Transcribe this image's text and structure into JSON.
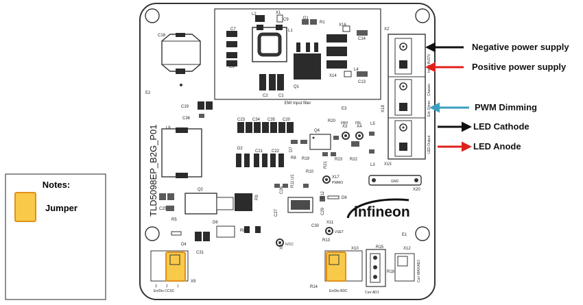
{
  "notes": {
    "title": "Notes:",
    "jumper_label": "Jumper"
  },
  "board": {
    "name": "TLD5098EP_B2G_P01",
    "emi_label": "EMI Input filter",
    "logo": "infineon",
    "designators": {
      "L2": "L2",
      "X1": "X1",
      "D1": "D1",
      "R1": "R1",
      "X16": "X16",
      "C7": "C7",
      "L1": "L1",
      "C18": "C18",
      "C14": "C14",
      "C6": "C6",
      "C9": "C9",
      "L4": "L4",
      "X14": "X14",
      "C13": "C13",
      "C2": "C2",
      "C1": "C1",
      "Q1": "Q1",
      "X2": "X2",
      "E2": "E2",
      "E3": "E3",
      "C19": "C19",
      "C36": "C36",
      "L6": "L6",
      "X18": "X18",
      "C23": "C23",
      "C34": "C34",
      "C35": "C35",
      "C20": "C20",
      "Q4": "Q4",
      "R20": "R20",
      "X3": "X3",
      "X4": "X4",
      "L5": "L5",
      "D2": "D2",
      "C21": "C21",
      "C22": "C22",
      "D7": "D7",
      "R8b": "R8",
      "R19": "R19",
      "R21": "R21",
      "R23": "R23",
      "R22": "R22",
      "L3": "L3",
      "X15": "X15",
      "R11": "R11",
      "U1": "U1",
      "R10": "R10",
      "X17": "X17",
      "X20": "X20",
      "Q2": "Q2",
      "C26": "C26",
      "R12": "R12",
      "D8": "D8",
      "R9": "R9",
      "C25": "C25",
      "R5": "R5",
      "D6": "D6",
      "C27": "C27",
      "C29": "C29",
      "R8": "R8",
      "C30": "C30",
      "X11": "X11",
      "E1": "E1",
      "D4": "D4",
      "C31": "C31",
      "X8": "X8",
      "R13": "R13",
      "X10": "X10",
      "R15": "R15",
      "X12": "X12",
      "R18": "R18",
      "X9": "X9",
      "R14": "R14"
    },
    "silk": {
      "fbh": "FBH",
      "fbl": "FBL",
      "gnd": "GND",
      "pwmo": "PWMO",
      "vset": "VSET",
      "ivcc": "IVCC",
      "input": "Input 8V27V",
      "chassis": "Chassis",
      "ext_dimm": "Ext. Dimm",
      "led_output": "LED Output",
      "curr_adj": "Curr ADJ",
      "curr_max_adj": "Curr MAX/ADJ",
      "en_dis_ccsc": "En/Dis CCSC",
      "en_dis_bdc": "En/Dis BDC",
      "pin3": "3",
      "pin2": "2",
      "pin1": "1"
    }
  },
  "annotations": [
    {
      "text": "Negative  power supply",
      "color": "#111111"
    },
    {
      "text": "Positive power supply",
      "color": "#e0201b"
    },
    {
      "text": "PWM Dimming",
      "color": "#3a9fbf"
    },
    {
      "text": "LED Cathode",
      "color": "#111111"
    },
    {
      "text": "LED Anode",
      "color": "#e0201b"
    }
  ],
  "colors": {
    "jumper": "#f9c94a",
    "jumper_border": "#e0901a",
    "board_outline": "#333333",
    "red_arrow": "#e0201b",
    "blue_arrow": "#3a9fbf",
    "black_arrow": "#111111"
  }
}
